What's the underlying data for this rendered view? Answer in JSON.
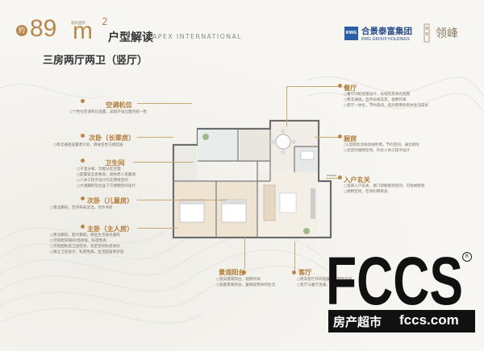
{
  "header": {
    "badge": "约",
    "area_number": "89",
    "area_unit": "m",
    "area_sup": "2",
    "area_note": "建筑面积",
    "unit_title": "户型解读",
    "english": "APEX INTERNATIONAL",
    "subtitle": "三房两厅两卫（竖厅）"
  },
  "brands": {
    "kwg_logo": "KWG",
    "kwg_cn": "合景泰富集团",
    "kwg_en": "KWG GROUP HOLDINGS",
    "ling_text": "领峰"
  },
  "rooms_left": [
    {
      "name": "空调机位",
      "desc": [
        "○个性化空调机位设置，美观外墙立面的统一性"
      ]
    },
    {
      "name": "次卧（长辈房）",
      "desc": [
        "○南北通透设置者大房，静谧包性方便起居"
      ]
    },
    {
      "name": "卫生间",
      "desc": [
        "○干湿分离，功能分区合理",
        "○配置安全系数高，避免老人孩童滑",
        "○人体工程学设计的实用性空间",
        "○大储藏柜及台盆下方储物空间设计"
      ]
    },
    {
      "name": "次卧（儿童房）",
      "desc": [
        "○南北朝向，空间布局灵活，可作书房"
      ]
    },
    {
      "name": "主卧（主人房）",
      "desc": [
        "○南北朝向，超大飘窗，保证生活采光通风",
        "○可搭配衣帽间/电视墙，私密性高",
        "○可搭配私密卫浴空间，先定空间私密体验",
        "○独立卫浴设计，私密性高，生活起居更舒适"
      ]
    }
  ],
  "rooms_right": [
    {
      "name": "餐厅",
      "desc": [
        "○餐厅凹陷宽敞设计，光线充足采光宽敞",
        "○南北通透，自然光线充足，视野开阔",
        "○客厅一体化，节约空间，提升使用效率并生活美好"
      ]
    },
    {
      "name": "厨房",
      "desc": [
        "○L型厨房流线动线利用，节约空间，通达厨房",
        "○充足的储物空间，符合人体工程学设计"
      ]
    },
    {
      "name": "入户玄关",
      "desc": [
        "○宽阔入户玄关，进门即能看到空间，可收纳鞋柜",
        "○储物空间，空间利用率高"
      ]
    }
  ],
  "rooms_bottom": [
    {
      "name": "景观阳台",
      "desc": [
        "○南向景观阳台，视野开阔",
        "○宽敞景观阳台，兼顾观景休闲生活"
      ]
    },
    {
      "name": "客厅",
      "desc": [
        "○南向客厅开间宽敞，视野更开阔",
        "○客厅与餐厅连通，空间通透"
      ]
    }
  ],
  "watermark": {
    "logo_text": "FCCS",
    "cn": "房产超市",
    "domain": "fccs.com",
    "reg": "R"
  }
}
